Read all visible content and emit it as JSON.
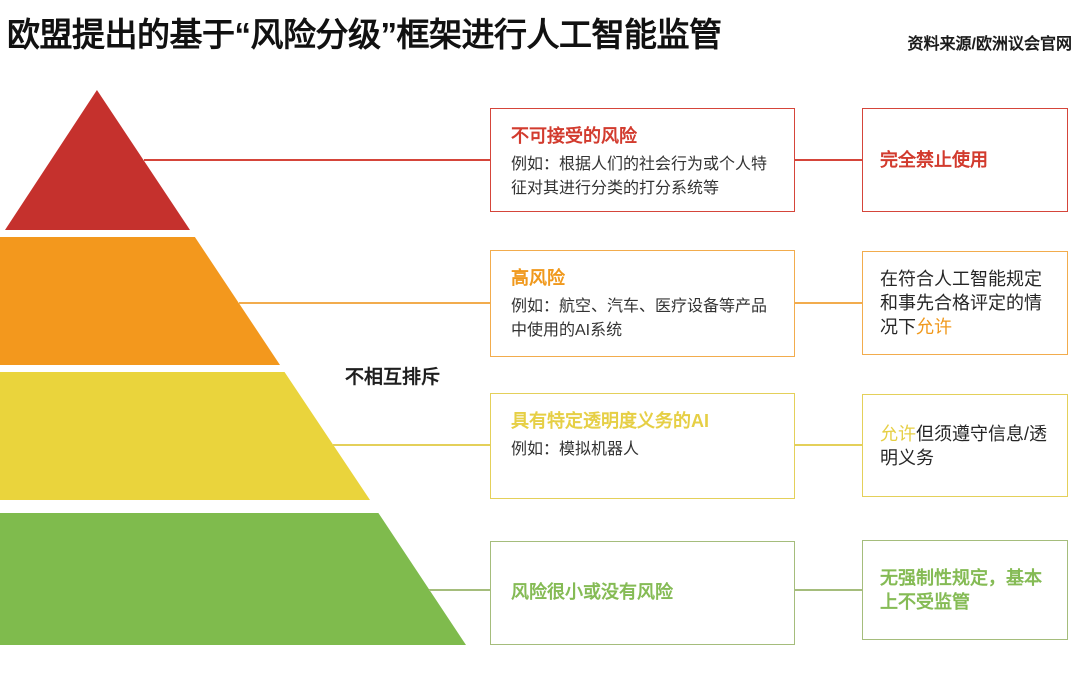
{
  "header": {
    "title": "欧盟提出的基于“风险分级”框架进行人工智能监管",
    "source": "资料来源/欧洲议会官网"
  },
  "pyramid": {
    "note": "不相互排斥",
    "layer_colors": {
      "unacceptable_risk": "#C5312D",
      "high_risk": "#F3981D",
      "transparency_risk": "#EAD43C",
      "minimal_risk": "#7FBB4D"
    }
  },
  "rows": [
    {
      "title": "不可接受的风险",
      "example": "例如：根据人们的社会行为或个人特征对其进行分类的打分系统等",
      "outcome_pre": "",
      "outcome_hl": "完全禁止使用",
      "outcome_post": "",
      "accent_color": "#D23B2E"
    },
    {
      "title": "高风险",
      "example": "例如：航空、汽车、医疗设备等产品中使用的AI系统",
      "outcome_pre": "在符合人工智能规定和事先合格评定的情况下",
      "outcome_hl": "允许",
      "outcome_post": "",
      "accent_color": "#F0991D"
    },
    {
      "title": "具有特定透明度义务的AI",
      "example": "例如：模拟机器人",
      "outcome_pre": "",
      "outcome_hl": "允许",
      "outcome_post": "但须遵守信息/透明义务",
      "accent_color": "#E6CF45"
    },
    {
      "title": "风险很小或没有风险",
      "example": "",
      "outcome_pre": "",
      "outcome_hl": "无强制性规定，基本上不受监管",
      "outcome_post": "",
      "accent_color": "#85BB55"
    }
  ]
}
